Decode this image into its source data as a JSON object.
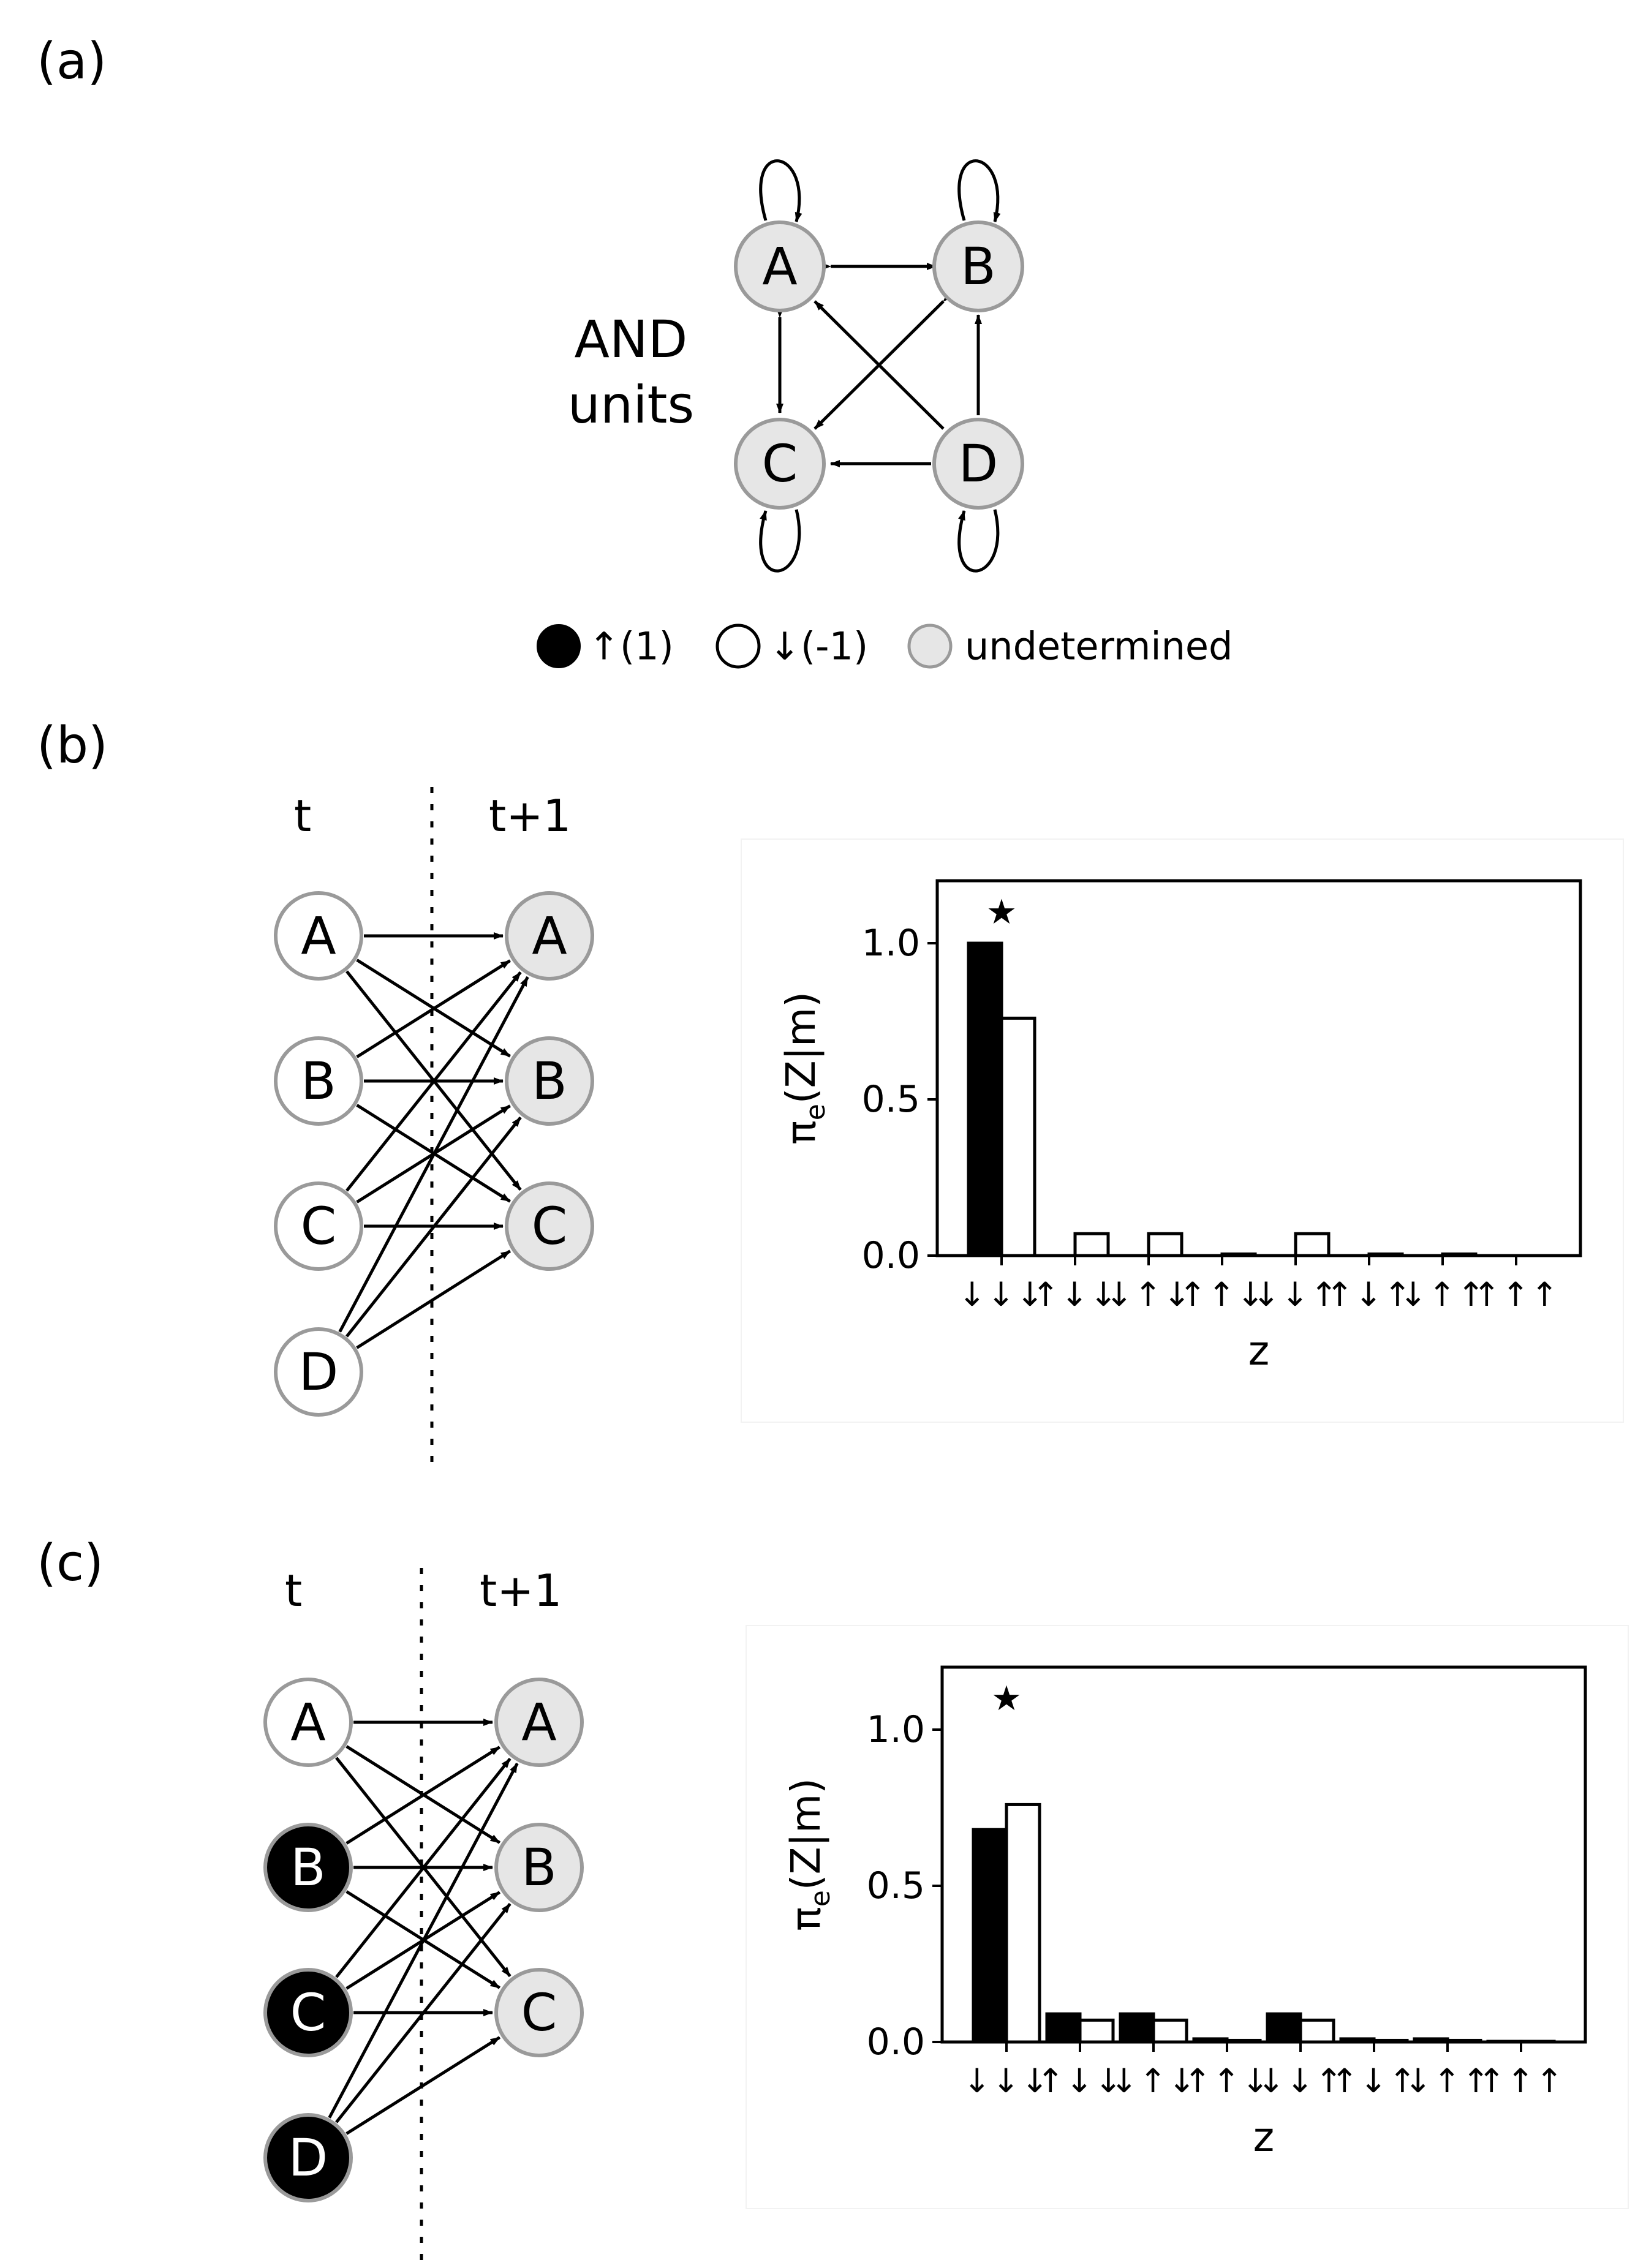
{
  "panels": {
    "a": {
      "label": "(a)",
      "units_text": [
        "AND",
        "units"
      ],
      "nodes": [
        "A",
        "B",
        "C",
        "D"
      ]
    },
    "b": {
      "label": "(b)",
      "time_t": "t",
      "time_t1": "t+1",
      "left_nodes": [
        {
          "label": "A",
          "state": "down"
        },
        {
          "label": "B",
          "state": "down"
        },
        {
          "label": "C",
          "state": "down"
        },
        {
          "label": "D",
          "state": "down"
        }
      ],
      "right_nodes": [
        {
          "label": "A",
          "state": "undetermined"
        },
        {
          "label": "B",
          "state": "undetermined"
        },
        {
          "label": "C",
          "state": "undetermined"
        }
      ]
    },
    "c": {
      "label": "(c)",
      "time_t": "t",
      "time_t1": "t+1",
      "left_nodes": [
        {
          "label": "A",
          "state": "down"
        },
        {
          "label": "B",
          "state": "up"
        },
        {
          "label": "C",
          "state": "up"
        },
        {
          "label": "D",
          "state": "up"
        }
      ],
      "right_nodes": [
        {
          "label": "A",
          "state": "undetermined"
        },
        {
          "label": "B",
          "state": "undetermined"
        },
        {
          "label": "C",
          "state": "undetermined"
        }
      ]
    }
  },
  "legend": {
    "up": "↑(1)",
    "down": "↓(-1)",
    "undetermined": "undetermined"
  },
  "colors": {
    "up_fill": "#000000",
    "down_fill": "#ffffff",
    "undetermined_fill": "#e6e6e6",
    "node_stroke": "#9a9a9a"
  },
  "chart_data": [
    {
      "type": "bar",
      "categories": [
        "↓↓↓",
        "↑↓↓",
        "↓↑↓",
        "↑↑↓",
        "↓↓↑",
        "↑↓↑",
        "↓↑↑",
        "↑↑↑"
      ],
      "series": [
        {
          "fill": "#000000",
          "values": [
            1.0,
            0.0,
            0.0,
            0.0,
            0.0,
            0.0,
            0.0,
            0.0
          ]
        },
        {
          "fill": "#ffffff",
          "values": [
            0.76,
            0.07,
            0.07,
            0.005,
            0.07,
            0.005,
            0.005,
            0.0
          ]
        }
      ],
      "xlabel": "z",
      "ylabel_main": "π",
      "ylabel_sub": "e",
      "ylabel_rest": "(Z|m)",
      "ylim": [
        0,
        1.2
      ],
      "yticks": [
        "0.0",
        "0.5",
        "1.0"
      ],
      "star_category": 0,
      "star": "★"
    },
    {
      "type": "bar",
      "categories": [
        "↓↓↓",
        "↑↓↓",
        "↓↑↓",
        "↑↑↓",
        "↓↓↑",
        "↑↓↑",
        "↓↑↑",
        "↑↑↑"
      ],
      "series": [
        {
          "fill": "#000000",
          "values": [
            0.68,
            0.09,
            0.09,
            0.01,
            0.09,
            0.01,
            0.01,
            0.002
          ]
        },
        {
          "fill": "#ffffff",
          "values": [
            0.76,
            0.07,
            0.07,
            0.005,
            0.07,
            0.005,
            0.005,
            0.002
          ]
        }
      ],
      "xlabel": "z",
      "ylabel_main": "π",
      "ylabel_sub": "e",
      "ylabel_rest": "(Z|m)",
      "ylim": [
        0,
        1.2
      ],
      "yticks": [
        "0.0",
        "0.5",
        "1.0"
      ],
      "star_category": 0,
      "star": "★"
    }
  ]
}
